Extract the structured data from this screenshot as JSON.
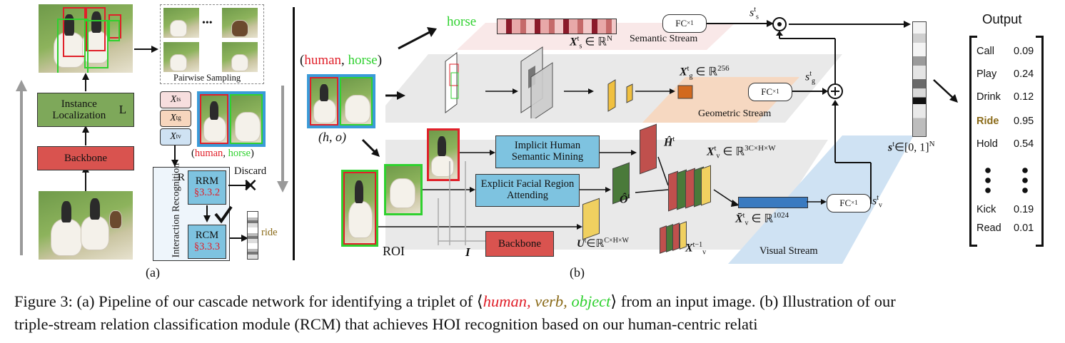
{
  "panel_a": {
    "pairwise_sampling": "Pairwise Sampling",
    "ellipsis": "•••",
    "instance_localization": "Instance Localization",
    "L": "L",
    "backbone": "Backbone",
    "interaction_recognition": "Interaction Recognition",
    "R": "R",
    "rrm": "RRM",
    "rrm_ref": "§3.3.2",
    "rcm": "RCM",
    "rcm_ref": "§3.3.3",
    "discard": "Discard",
    "ride": "ride",
    "pair_human": "human",
    "pair_horse": "horse",
    "xs": "X",
    "xg": "X",
    "xv": "X",
    "sub_s": "s",
    "sub_g": "g",
    "sub_v": "v",
    "sup_t": "t",
    "label": "(a)"
  },
  "panel_b": {
    "horse_word": "horse",
    "pair_human": "human",
    "pair_horse": "horse",
    "h_o": "(h, o)",
    "semantic_stream": "Semantic Stream",
    "geometric_stream": "Geometric Stream",
    "visual_stream": "Visual Stream",
    "fc": "FC",
    "fc_sub": "×1",
    "xs_dim": "∈ ℝ",
    "xs_sup": "N",
    "xg_dim": "∈ ℝ",
    "xg_sup": "256",
    "xv_dim": "∈ ℝ",
    "xv_sup": "3C×H×W",
    "xvbar_dim": "∈ ℝ",
    "xvbar_sup": "1024",
    "u_dim": "∈ℝ",
    "u_sup": "C×H×W",
    "xv_prev_sup": "t−1",
    "implicit": "Implicit Human Semantic Mining",
    "explicit": "Explicit Facial Region Attending",
    "backbone": "Backbone",
    "roi": "ROI",
    "I": "I",
    "H": "Ĥ",
    "O": "Ô",
    "U": "U",
    "st_range": "∈[0, 1]",
    "st_sup": "N",
    "s_letter": "s",
    "label": "(b)"
  },
  "output": {
    "title": "Output",
    "rows": [
      {
        "name": "Call",
        "value": "0.09",
        "highlight": false
      },
      {
        "name": "Play",
        "value": "0.24",
        "highlight": false
      },
      {
        "name": "Drink",
        "value": "0.12",
        "highlight": false
      },
      {
        "name": "Ride",
        "value": "0.95",
        "highlight": true
      },
      {
        "name": "Hold",
        "value": "0.54",
        "highlight": false
      },
      {
        "name": "Kick",
        "value": "0.19",
        "highlight": false
      },
      {
        "name": "Read",
        "value": "0.01",
        "highlight": false
      }
    ]
  },
  "caption": {
    "line1_a": "Figure 3: (a) Pipeline of our cascade network for identifying a triplet of ⟨",
    "human": "human,",
    "verb": "verb,",
    "object": "object",
    "line1_b": "⟩ from an input image. (b) Illustration of our",
    "line2": "triple-stream relation classification module (RCM) that achieves HOI recognition based on our human-centric relati"
  },
  "colors": {
    "red": "#e0202a",
    "green": "#2fd12f",
    "olive": "#8a6a18",
    "semantic_plane": "#f7dede",
    "geometric_plane": "#f7d6bd",
    "visual_plane": "#cfe2f3",
    "gray_plane": "#ececec",
    "box_blue": "#7ec3e0",
    "box_green": "#7ea85a",
    "box_red": "#d9534f"
  }
}
